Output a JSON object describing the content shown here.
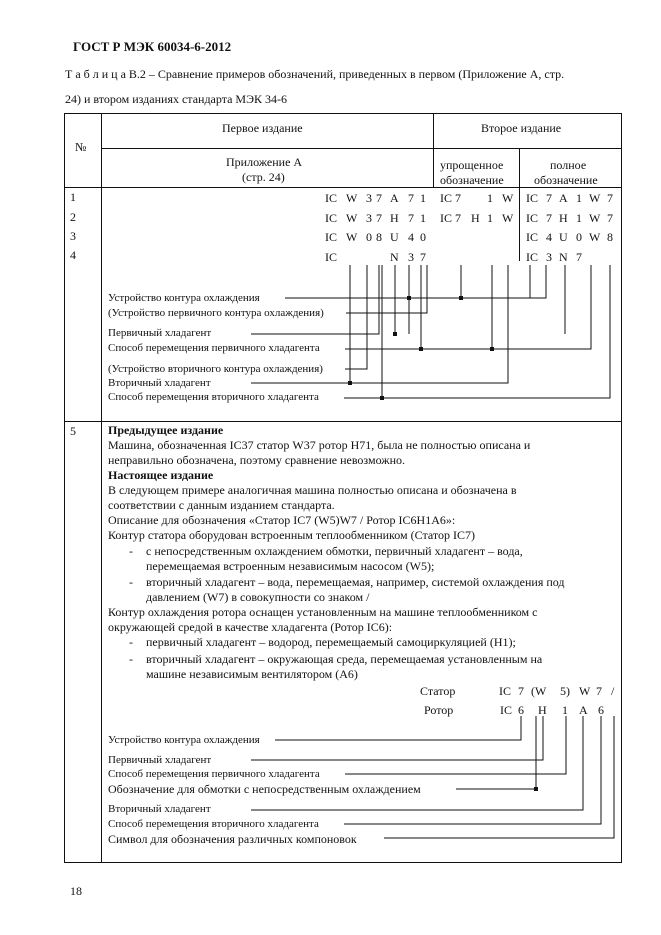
{
  "header": {
    "doc_title": "ГОСТ Р МЭК 60034-6-2012"
  },
  "caption": {
    "line1": "Т а б л и ц а  В.2 – Сравнение примеров обозначений, приведенных в первом (Приложение А, стр.",
    "line2": "24) и втором изданиях стандарта МЭК 34-6"
  },
  "table": {
    "col_num": "№",
    "first_edition": "Первое издание",
    "second_edition": "Второе издание",
    "appendix_a": "Приложение А",
    "appendix_page": "(стр. 24)",
    "simplified_1": "упрощенное",
    "simplified_2": "обозначение",
    "full_1": "полное",
    "full_2": "обозначение",
    "row_numbers": [
      "1",
      "2",
      "3",
      "4"
    ],
    "first_rows": [
      [
        "IC",
        "W",
        "3",
        "7",
        "A",
        "7",
        "1"
      ],
      [
        "IC",
        "W",
        "3",
        "7",
        "H",
        "7",
        "1"
      ],
      [
        "IC",
        "W",
        "0",
        "8",
        "U",
        "4",
        "0"
      ],
      [
        "IC",
        "",
        "",
        "",
        "N",
        "3",
        "7"
      ]
    ],
    "simplified_rows": [
      [
        "IC 7",
        "1",
        "W"
      ],
      [
        "IC 7",
        "H",
        "1",
        "W"
      ]
    ],
    "full_rows": [
      [
        "IC",
        "7",
        "A",
        "1",
        "W",
        "7"
      ],
      [
        "IC",
        "7",
        "H",
        "1",
        "W",
        "7"
      ],
      [
        "IC",
        "4",
        "U",
        "0",
        "W",
        "8"
      ],
      [
        "IC",
        "3",
        "N",
        "7"
      ]
    ],
    "legend_a": [
      "Устройство контура охлаждения",
      "(Устройство первичного контура охлаждения)",
      "Первичный хладагент",
      "Способ перемещения первичного хладагента",
      "(Устройство вторичного контура охлаждения)",
      "Вторичный хладагент",
      "Способ перемещения вторичного хладагента"
    ],
    "row5": {
      "number": "5",
      "heading_prev": "Предыдущее издание",
      "prev_text_1": "Машина, обозначенная IC37 статор W37 ротор H71, была не полностью описана и",
      "prev_text_2": "неправильно обозначена, поэтому сравнение невозможно.",
      "heading_curr": "Настоящее издание",
      "curr_1": "В следующем примере аналогичная машина полностью описана и обозначена в",
      "curr_2": "соответствии с данным изданием стандарта.",
      "curr_3": "Описание для обозначения «Статор IC7 (W5)W7 / Ротор IC6H1A6»:",
      "curr_4": "Контур статора оборудован встроенным теплообменником (Статор IC7)",
      "dash": "-",
      "b1_1": "с непосредственным охлаждением обмотки, первичный хладагент – вода,",
      "b1_2": "перемещаемая встроенным независимым насосом (W5);",
      "b2_1": "вторичный хладагент – вода, перемещаемая, например, системой охлаждения под",
      "b2_2": "давлением (W7)  в совокупности со знаком /",
      "curr_5": "Контур охлаждения ротора оснащен установленным на машине теплообменником с",
      "curr_6": "окружающей средой в качестве хладагента (Ротор IC6):",
      "b3": "первичный хладагент – водород, перемещаемый самоциркуляцией (H1);",
      "b4_1": "вторичный хладагент – окружающая среда, перемещаемая установленным на",
      "b4_2": "машине независимым вентилятором (A6)",
      "stator_label": "Статор",
      "rotor_label": "Ротор",
      "stator_code": [
        "IC",
        "7",
        "(W",
        "5)",
        "W",
        "7",
        "/"
      ],
      "rotor_code": [
        "IC",
        "6",
        "H",
        "1",
        "A",
        "6"
      ],
      "legend_b": [
        "Устройство контура охлаждения",
        "Первичный хладагент",
        "Способ перемещения первичного хладагента",
        "Обозначение для обмотки с непосредственным охлаждением",
        "Вторичный хладагент",
        "Способ перемещения вторичного хладагента",
        "Символ для обозначения различных компоновок"
      ]
    }
  },
  "footer": {
    "page_number": "18"
  }
}
